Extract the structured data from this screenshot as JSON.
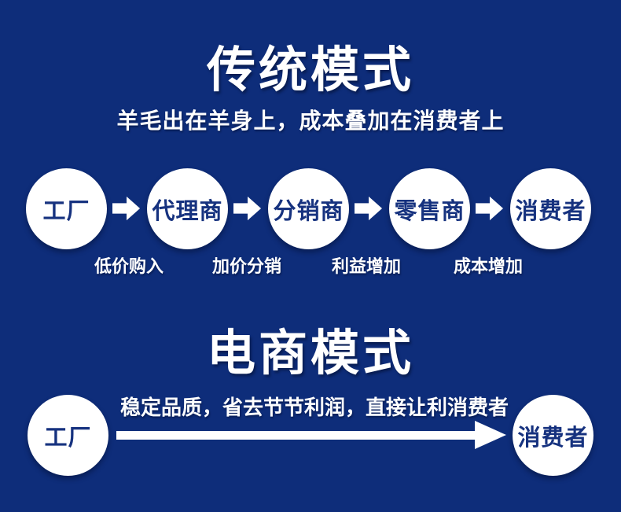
{
  "colors": {
    "background": "#0e2d7a",
    "circle_fill": "#ffffff",
    "circle_text": "#16327f",
    "text": "#ffffff"
  },
  "traditional": {
    "title": "传统模式",
    "subtitle": "羊毛出在羊身上，成本叠加在消费者上",
    "nodes": [
      "工厂",
      "代理商",
      "分销商",
      "零售商",
      "消费者"
    ],
    "arrow_labels": [
      "低价购入",
      "加价分销",
      "利益增加",
      "成本增加"
    ]
  },
  "ecommerce": {
    "title": "电商模式",
    "arrow_text": "稳定品质，省去节节利润，直接让利消费者",
    "nodes": [
      "工厂",
      "消费者"
    ]
  },
  "icons": {
    "small_arrows": "right-block-arrow",
    "long_arrow": "long-right-arrow"
  }
}
